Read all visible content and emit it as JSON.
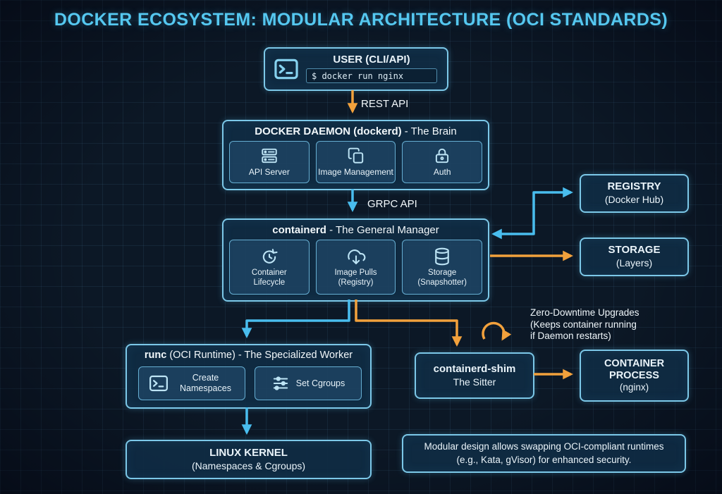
{
  "colors": {
    "background": "#0c1826",
    "grid_line": "#24415c",
    "box_border": "#7cc8e8",
    "box_fill": "#102c45",
    "accent_orange": "#f2a13c",
    "accent_cyan": "#49bdee",
    "title_text": "#55c8f0",
    "text": "#eaf4fa"
  },
  "title": "DOCKER ECOSYSTEM: MODULAR ARCHITECTURE (OCI STANDARDS)",
  "user": {
    "title": "USER (CLI/API)",
    "icon": "terminal-icon",
    "command": "$ docker run nginx"
  },
  "arrows": {
    "rest_api": "REST API",
    "grpc_api": "GRPC API"
  },
  "daemon": {
    "name": "DOCKER DAEMON (dockerd)",
    "subtitle": " - The Brain",
    "items": [
      {
        "icon": "api-server-icon",
        "label": "API Server"
      },
      {
        "icon": "documents-icon",
        "label": "Image Management"
      },
      {
        "icon": "lock-icon",
        "label": "Auth"
      }
    ]
  },
  "containerd": {
    "name": "containerd",
    "subtitle": " - The General Manager",
    "items": [
      {
        "icon": "lifecycle-clock-icon",
        "label": "Container Lifecycle"
      },
      {
        "icon": "cloud-download-icon",
        "label": "Image Pulls (Registry)"
      },
      {
        "icon": "database-icon",
        "label": "Storage (Snapshotter)"
      }
    ]
  },
  "registry": {
    "name": "REGISTRY",
    "detail": "(Docker Hub)"
  },
  "storage": {
    "name": "STORAGE",
    "detail": "(Layers)"
  },
  "runc": {
    "name": "runc",
    "subtitle": " (OCI Runtime) - The Specialized Worker",
    "items": [
      {
        "icon": "terminal-icon",
        "label": "Create Namespaces"
      },
      {
        "icon": "sliders-icon",
        "label": "Set Cgroups"
      }
    ]
  },
  "shim": {
    "name": "containerd-shim",
    "subtitle": "The Sitter",
    "note": "Zero-Downtime Upgrades\n(Keeps container running\nif Daemon restarts)"
  },
  "container_process": {
    "name_line1": "CONTAINER",
    "name_line2": "PROCESS",
    "detail": "(nginx)"
  },
  "kernel": {
    "name": "LINUX KERNEL",
    "detail": "(Namespaces & Cgroups)"
  },
  "footer_note": "Modular design allows swapping OCI-compliant runtimes (e.g., Kata, gVisor) for enhanced security."
}
